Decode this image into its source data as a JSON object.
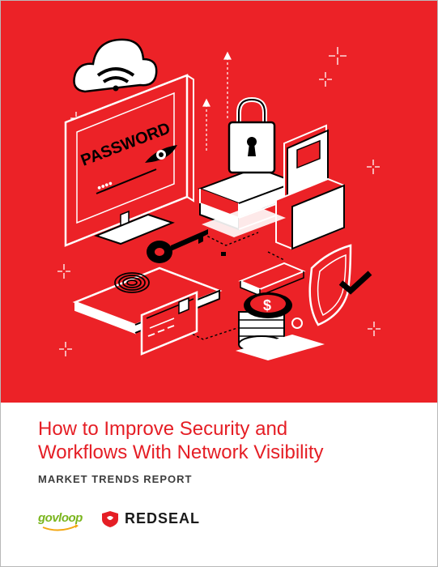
{
  "illustration": {
    "password_text": "PASSWORD",
    "password_dots": "••••",
    "icons": [
      "cloud-wifi-icon",
      "monitor-icon",
      "eye-icon",
      "padlock-icon",
      "folder-icon",
      "key-icon",
      "fingerprint-icon",
      "credit-card-icon",
      "coin-stack-icon",
      "dollar-icon",
      "shield-check-icon",
      "sparkle-icon"
    ],
    "colors": {
      "background": "#ec2227",
      "line": "#000000",
      "fill": "#ffffff"
    }
  },
  "report": {
    "title_line1": "How to Improve Security and",
    "title_line2": "Workflows With Network Visibility",
    "subtitle": "MARKET TRENDS REPORT"
  },
  "logos": {
    "govloop": "govloop",
    "redseal": "REDSEAL"
  },
  "colors": {
    "title": "#e51e25",
    "subtitle": "#3d3d3d",
    "govloop": "#7ab51d"
  }
}
